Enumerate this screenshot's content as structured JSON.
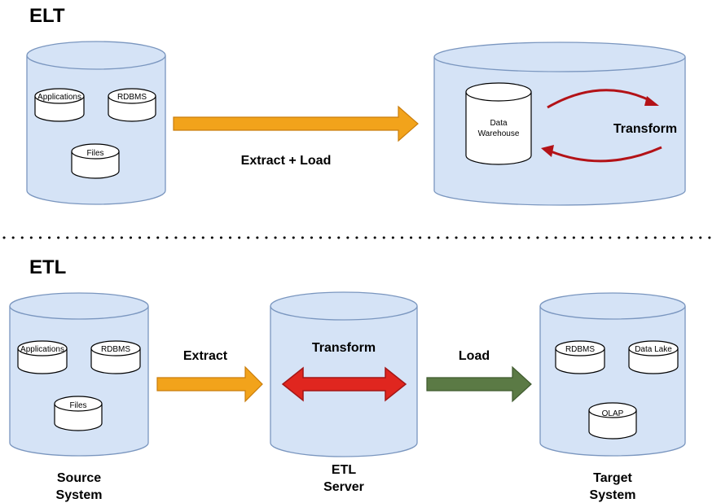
{
  "elt": {
    "heading": "ELT",
    "source_items": [
      "Applications",
      "RDBMS",
      "Files"
    ],
    "arrow_label": "Extract + Load",
    "warehouse_label_line1": "Data",
    "warehouse_label_line2": "Warehouse",
    "transform_label": "Transform"
  },
  "etl": {
    "heading": "ETL",
    "source_items": [
      "Applications",
      "RDBMS",
      "Files"
    ],
    "extract_label": "Extract",
    "transform_label": "Transform",
    "load_label": "Load",
    "target_items": [
      "RDBMS",
      "Data Lake",
      "OLAP"
    ],
    "source_caption_line1": "Source",
    "source_caption_line2": "System",
    "server_caption_line1": "ETL",
    "server_caption_line2": "Server",
    "target_caption_line1": "Target",
    "target_caption_line2": "System"
  },
  "colors": {
    "cylinder_fill": "#d5e3f6",
    "cylinder_stroke": "#7a96bf",
    "extract_arrow": "#f2a31b",
    "transform_arrow": "#e0261f",
    "load_arrow": "#5b7a45",
    "cycle_arrows": "#b31217"
  }
}
